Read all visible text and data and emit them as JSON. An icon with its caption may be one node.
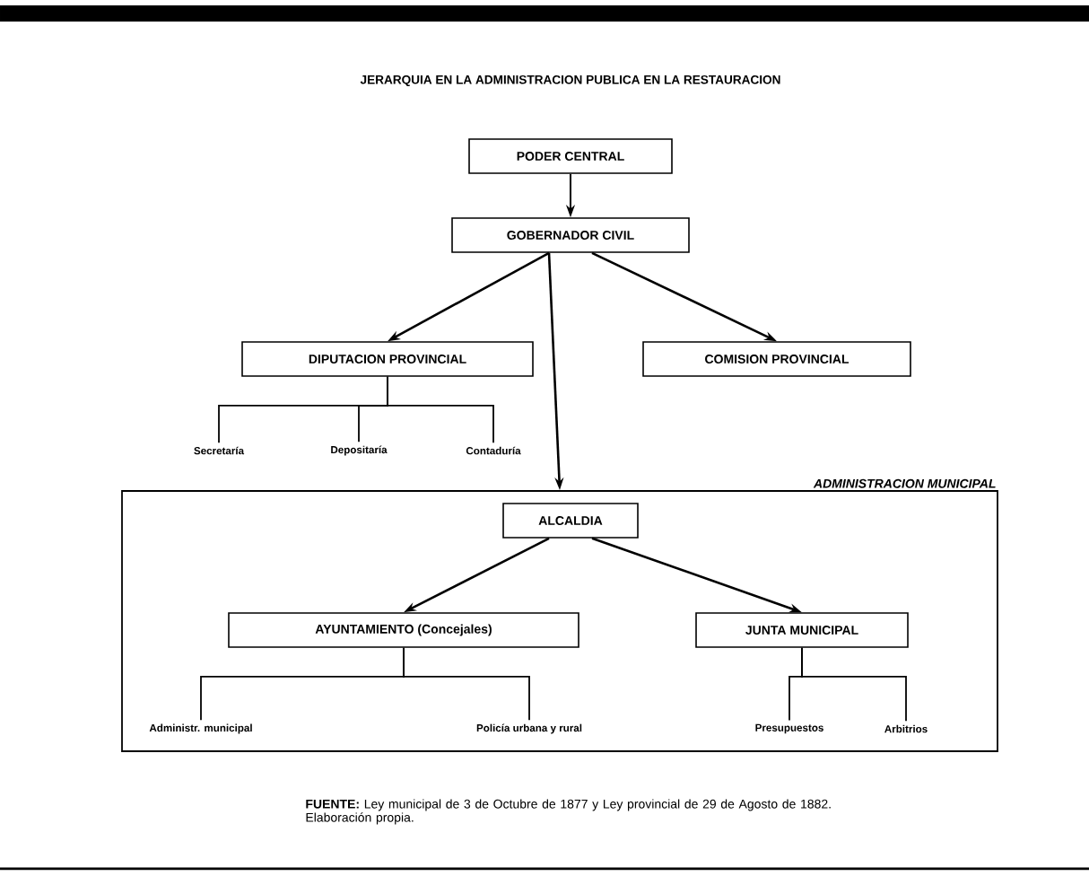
{
  "diagram": {
    "title": "JERARQUIA EN LA ADMINISTRACION PUBLICA EN LA RESTAURACION",
    "caption": "**FUENTE:** Ley municipal de 3 de Octubre de 1877 y Ley provincial de 29 de Agosto de 1882. Elaboración propia.",
    "nodes": [
      {
        "text": [
          "PODER CENTRAL"
        ]
      },
      {
        "text": [
          "GOBERNADOR CIVIL"
        ]
      },
      {
        "text": [
          "DIPUTACION PROVINCIAL"
        ]
      },
      {
        "text": [
          "COMISION PROVINCIAL"
        ]
      },
      {
        "text": [
          "Secretaría"
        ]
      },
      {
        "text": [
          "Depositaría"
        ]
      },
      {
        "text": [
          "Contaduría"
        ]
      },
      {
        "text": [
          "ADMINISTRACION MUNICIPAL"
        ]
      },
      {
        "text": [
          "ALCALDIA"
        ],
        "in": 7
      },
      {
        "text": [
          "AYUNTAMIENTO (Concejales)"
        ],
        "in": 7
      },
      {
        "text": [
          "JUNTA MUNICIPAL"
        ],
        "in": 7
      },
      {
        "text": [
          "Administr. municipal"
        ],
        "in": 7
      },
      {
        "text": [
          "Policía urbana y rural"
        ],
        "in": 7
      },
      {
        "text": [
          "Presupuestos"
        ],
        "in": 7
      },
      {
        "text": [
          "Arbitrios"
        ],
        "in": 7
      }
    ],
    "edges": [
      {
        "from": 0,
        "to": 1,
        "arrow": "to"
      },
      {
        "from": 1,
        "to": 2,
        "arrow": "to"
      },
      {
        "from": 1,
        "to": 3,
        "arrow": "to"
      },
      {
        "from": 1,
        "to": 7,
        "arrow": "to"
      },
      {
        "from": 2,
        "to": 4,
        "arrow": "none"
      },
      {
        "from": 2,
        "to": 5,
        "arrow": "none"
      },
      {
        "from": 2,
        "to": 6,
        "arrow": "none"
      },
      {
        "from": 8,
        "to": 9,
        "arrow": "to"
      },
      {
        "from": 8,
        "to": 10,
        "arrow": "to"
      },
      {
        "from": 9,
        "to": 11,
        "arrow": "none"
      },
      {
        "from": 9,
        "to": 12,
        "arrow": "none"
      },
      {
        "from": 10,
        "to": 13,
        "arrow": "none"
      },
      {
        "from": 10,
        "to": 14,
        "arrow": "none"
      }
    ]
  }
}
